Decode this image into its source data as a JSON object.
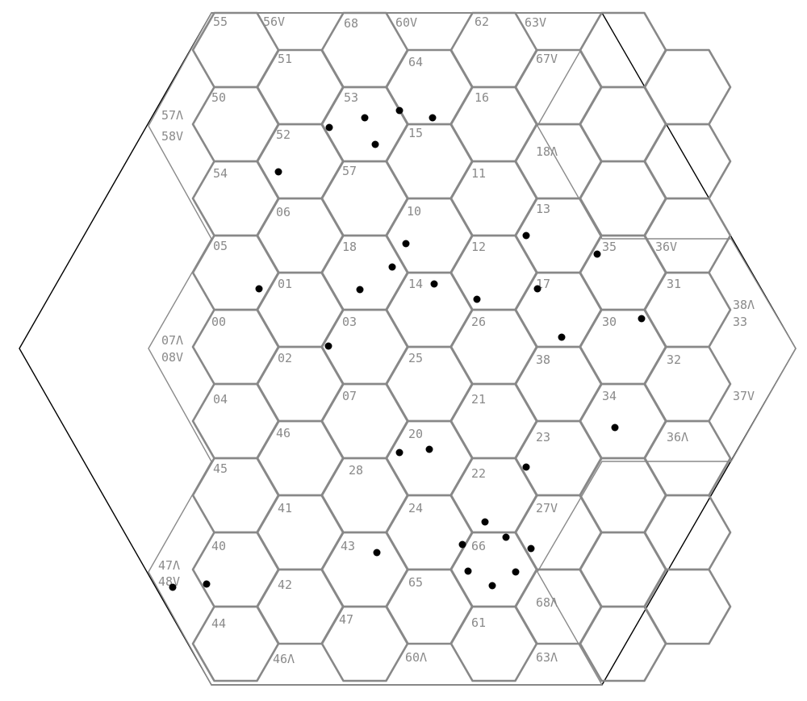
{
  "colors": {
    "frame": "#000000",
    "hex_edge": "#888888",
    "label": "#8a8a8a",
    "dot": "#000000"
  },
  "hex_labels": [
    "55",
    "56V",
    "68",
    "60V",
    "62",
    "63V",
    "51",
    "64",
    "67V",
    "50",
    "53",
    "16",
    "57Λ",
    "58V",
    "52",
    "15",
    "18Λ",
    "54",
    "57",
    "11",
    "06",
    "10",
    "13",
    "05",
    "18",
    "12",
    "35",
    "36V",
    "01",
    "14",
    "17",
    "31",
    "00",
    "03",
    "26",
    "30",
    "38Λ",
    "33",
    "07Λ",
    "08V",
    "02",
    "25",
    "38",
    "32",
    "04",
    "07",
    "21",
    "34",
    "37V",
    "46",
    "20",
    "23",
    "36Λ",
    "45",
    "28",
    "22",
    "41",
    "24",
    "27V",
    "40",
    "43",
    "66",
    "47Λ",
    "48V",
    "42",
    "65",
    "68Λ",
    "44",
    "47",
    "61",
    "46Λ",
    "60Λ",
    "63Λ"
  ]
}
